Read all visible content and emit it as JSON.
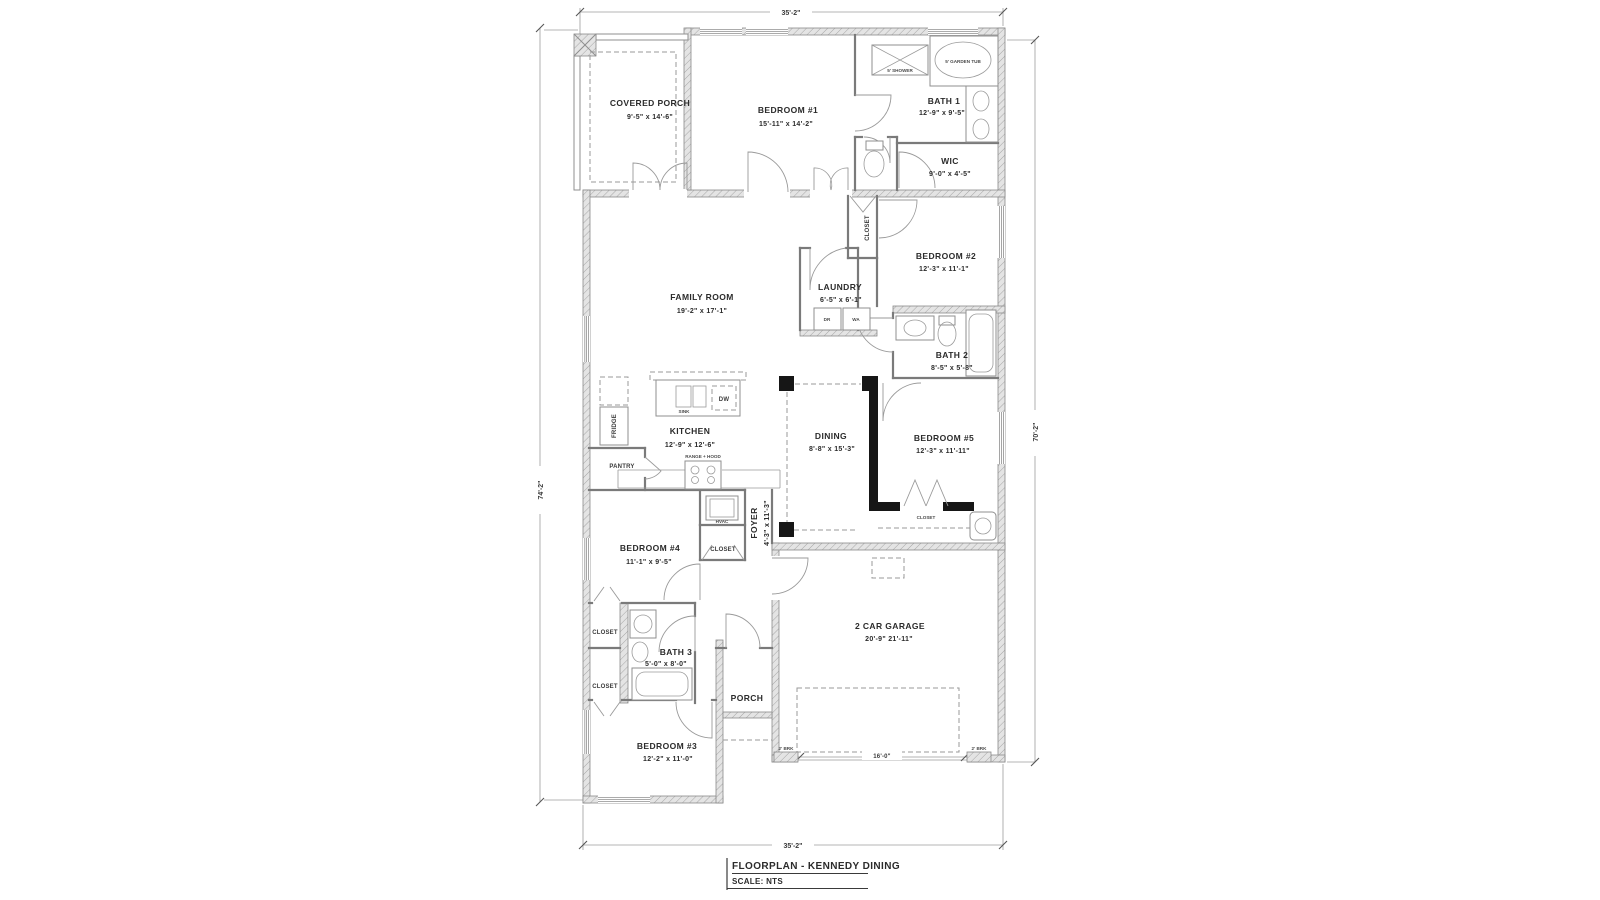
{
  "title_block": {
    "title": "FLOORPLAN - KENNEDY DINING",
    "scale": "SCALE: NTS"
  },
  "dimensions": {
    "top": "35'-2\"",
    "bottom": "35'-2\"",
    "left": "74'-2\"",
    "right": "70'-2\"",
    "garage_door": "16'-0\"",
    "brick": "2' BRK"
  },
  "rooms": {
    "covered_porch": {
      "name": "COVERED PORCH",
      "dims": "9'-5\" x 14'-6\""
    },
    "bedroom1": {
      "name": "BEDROOM #1",
      "dims": "15'-11\" x 14'-2\""
    },
    "bath1": {
      "name": "BATH 1",
      "dims": "12'-9\" x 9'-5\""
    },
    "wic": {
      "name": "WIC",
      "dims": "9'-0\" x 4'-5\""
    },
    "bedroom2": {
      "name": "BEDROOM #2",
      "dims": "12'-3\" x 11'-1\""
    },
    "family_room": {
      "name": "FAMILY ROOM",
      "dims": "19'-2\" x 17'-1\""
    },
    "laundry": {
      "name": "LAUNDRY",
      "dims": "6'-5\" x 6'-1\""
    },
    "bath2": {
      "name": "BATH 2",
      "dims": "8'-5\" x 5'-8\""
    },
    "kitchen": {
      "name": "KITCHEN",
      "dims": "12'-9\" x 12'-6\""
    },
    "dining": {
      "name": "DINING",
      "dims": "8'-8\" x 15'-3\""
    },
    "bedroom5": {
      "name": "BEDROOM #5",
      "dims": "12'-3\" x 11'-11\""
    },
    "foyer": {
      "name": "FOYER",
      "dims": "4'-3\" x 11'-3\""
    },
    "bedroom4": {
      "name": "BEDROOM #4",
      "dims": "11'-1\" x 9'-5\""
    },
    "bath3": {
      "name": "BATH 3",
      "dims": "5'-0\" x 8'-0\""
    },
    "bedroom3": {
      "name": "BEDROOM #3",
      "dims": "12'-2\" x 11'-0\""
    },
    "garage": {
      "name": "2 CAR GARAGE",
      "dims": "20'-9\" 21'-11\""
    },
    "porch": {
      "name": "PORCH"
    }
  },
  "labels": {
    "shower": "5' SHOWER",
    "garden_tub": "5' GARDEN TUB",
    "closet": "CLOSET",
    "dryer": "DR",
    "washer": "WA",
    "sink": "SINK",
    "dishwasher": "DW",
    "fridge": "FRIDGE",
    "pantry": "PANTRY",
    "range_hood": "RANGE + HOOD",
    "hvac": "HVAC"
  },
  "colors": {
    "line": "#8a8a8a",
    "dark": "#161616",
    "text": "#2b2b2b"
  }
}
